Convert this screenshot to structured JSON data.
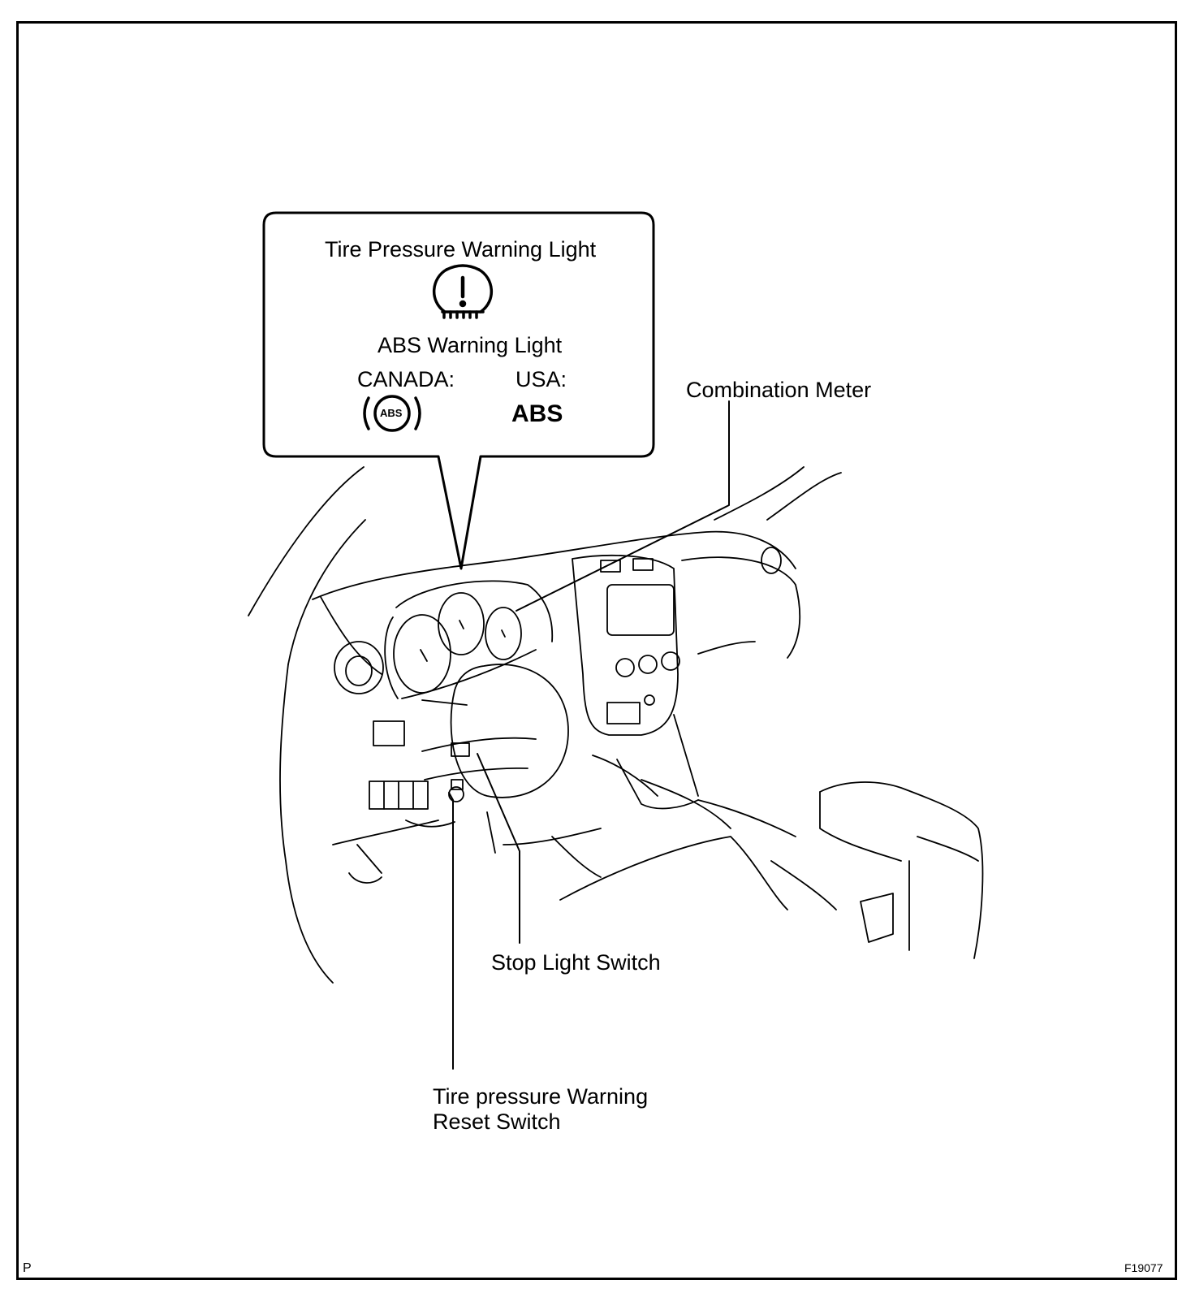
{
  "callout": {
    "tire_pressure_title": "Tire Pressure Warning Light",
    "abs_title": "ABS Warning Light",
    "canada_label": "CANADA:",
    "usa_label": "USA:",
    "usa_symbol_text": "ABS",
    "canada_symbol_text": "ABS",
    "tpms_icon": "tire-pressure-warning-icon",
    "abs_icon": "abs-warning-icon"
  },
  "labels": {
    "combination_meter": "Combination Meter",
    "stop_light_switch": "Stop Light Switch",
    "reset_switch_line1": "Tire pressure Warning",
    "reset_switch_line2": "Reset Switch"
  },
  "corner": {
    "bottom_left": "P",
    "figure_id": "F19077"
  }
}
